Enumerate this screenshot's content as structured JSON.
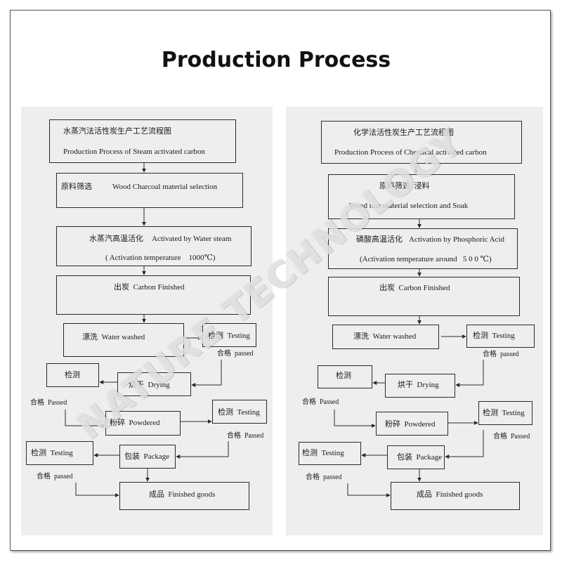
{
  "title": "Production Process",
  "watermark": "NATURE TECHNOLOGY",
  "steam": {
    "header_cn": "水蒸汽法活性炭生产工艺流程图",
    "header_en": "Production Process of Steam activated carbon",
    "selection_cn": "原料筛选",
    "selection_en": "Wood Charcoal material selection",
    "activation_cn": "水蒸汽高温活化",
    "activation_en": "Activated by Water steam",
    "activation_temp": "( Activation temperature    1000℃)",
    "carbon_finished": "出炭  Carbon Finished",
    "water_washed": "漂洗  Water washed",
    "testing_after_wash": "检测  Testing",
    "passed_after_wash": "合格  passed",
    "drying": "烘干  Drying",
    "testing_after_drying": "检测",
    "passed_after_drying": "合格  Passed",
    "powdered": "粉碎  Powdered",
    "testing_after_powder": "检测  Testing",
    "passed_after_powder": "合格  Passed",
    "package": "包装  Package",
    "testing_after_package": "检测  Testing",
    "passed_after_package": "合格  passed",
    "finished_goods": "成品  Finished goods"
  },
  "chemical": {
    "header_cn": "化学法活性炭生产工艺流程图",
    "header_en": "Production Process of Chemical activated carbon",
    "selection_cn": "原料筛选  浸料",
    "selection_en": "Wood raw material selection and Soak",
    "activation_cn": "磷酸高温活化",
    "activation_en": "Activation by Phosphoric Acid",
    "activation_temp": "(Activation temperature around   5 0 0 ℃)",
    "carbon_finished": "出炭  Carbon Finished",
    "water_washed": "漂洗  Water washed",
    "testing_after_wash": "检测  Testing",
    "passed_after_wash": "合格  passed",
    "drying": "烘干  Drying",
    "testing_after_drying": "检测",
    "passed_after_drying": "合格  Passed",
    "powdered": "粉碎  Powdered",
    "testing_after_powder": "检测  Testing",
    "passed_after_powder": "合格  Passed",
    "package": "包装  Package",
    "testing_after_package": "检测  Testing",
    "passed_after_package": "合格  passed",
    "finished_goods": "成品  Finished goods"
  }
}
